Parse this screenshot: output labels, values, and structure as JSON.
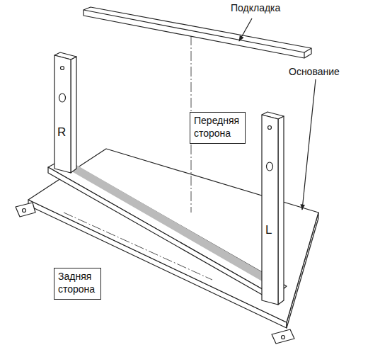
{
  "diagram": {
    "nodes": [
      {
        "text": [
          "Передняя сторона"
        ]
      },
      {
        "text": [
          "Задняя сторона"
        ]
      }
    ],
    "labels": [
      "Подкладка",
      "R",
      "Основание",
      "L"
    ]
  }
}
